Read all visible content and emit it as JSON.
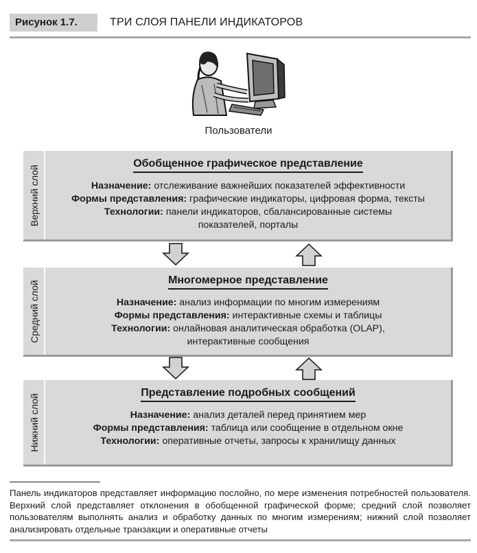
{
  "figure": {
    "label": "Рисунок 1.7.",
    "title": "ТРИ СЛОЯ ПАНЕЛИ ИНДИКАТОРОВ"
  },
  "users_label": "Пользователи",
  "panels": [
    {
      "layer": "Верхний слой",
      "title": "Обобщенное графическое представление",
      "rows": [
        {
          "k": "Назначение:",
          "v": " отслеживание важнейших показателей эффективности"
        },
        {
          "k": "Формы представления:",
          "v": " графические индикаторы, цифровая форма, тексты"
        },
        {
          "k": "Технологии:",
          "v": " панели индикаторов, сбалансированные системы"
        },
        {
          "k": "",
          "v": "показателей, порталы"
        }
      ]
    },
    {
      "layer": "Средний слой",
      "title": "Многомерное представление",
      "rows": [
        {
          "k": "Назначение:",
          "v": " анализ информации по многим измерениям"
        },
        {
          "k": "Формы представления:",
          "v": " интерактивные схемы и таблицы"
        },
        {
          "k": "Технологии:",
          "v": " онлайновая аналитическая обработка (OLAP),"
        },
        {
          "k": "",
          "v": "интерактивные сообщения"
        }
      ]
    },
    {
      "layer": "Нижний слой",
      "title": "Представление подробных сообщений",
      "rows": [
        {
          "k": "Назначение:",
          "v": " анализ деталей перед принятием мер"
        },
        {
          "k": "Формы представления:",
          "v": " таблица или сообщение в отдельном окне"
        },
        {
          "k": "Технологии:",
          "v": " оперативные отчеты, запросы к хранилищу данных"
        }
      ]
    }
  ],
  "caption": "Панель индикаторов представляет информацию послойно, по мере изменения потребностей пользователя. Верхний слой представляет отклонения в обобщенной графической форме; средний слой позволяет пользователям выполнять анализ и обработку данных по многим измерениям; нижний слой позволяет анализировать отдельные транзакции и оперативные отчеты"
}
